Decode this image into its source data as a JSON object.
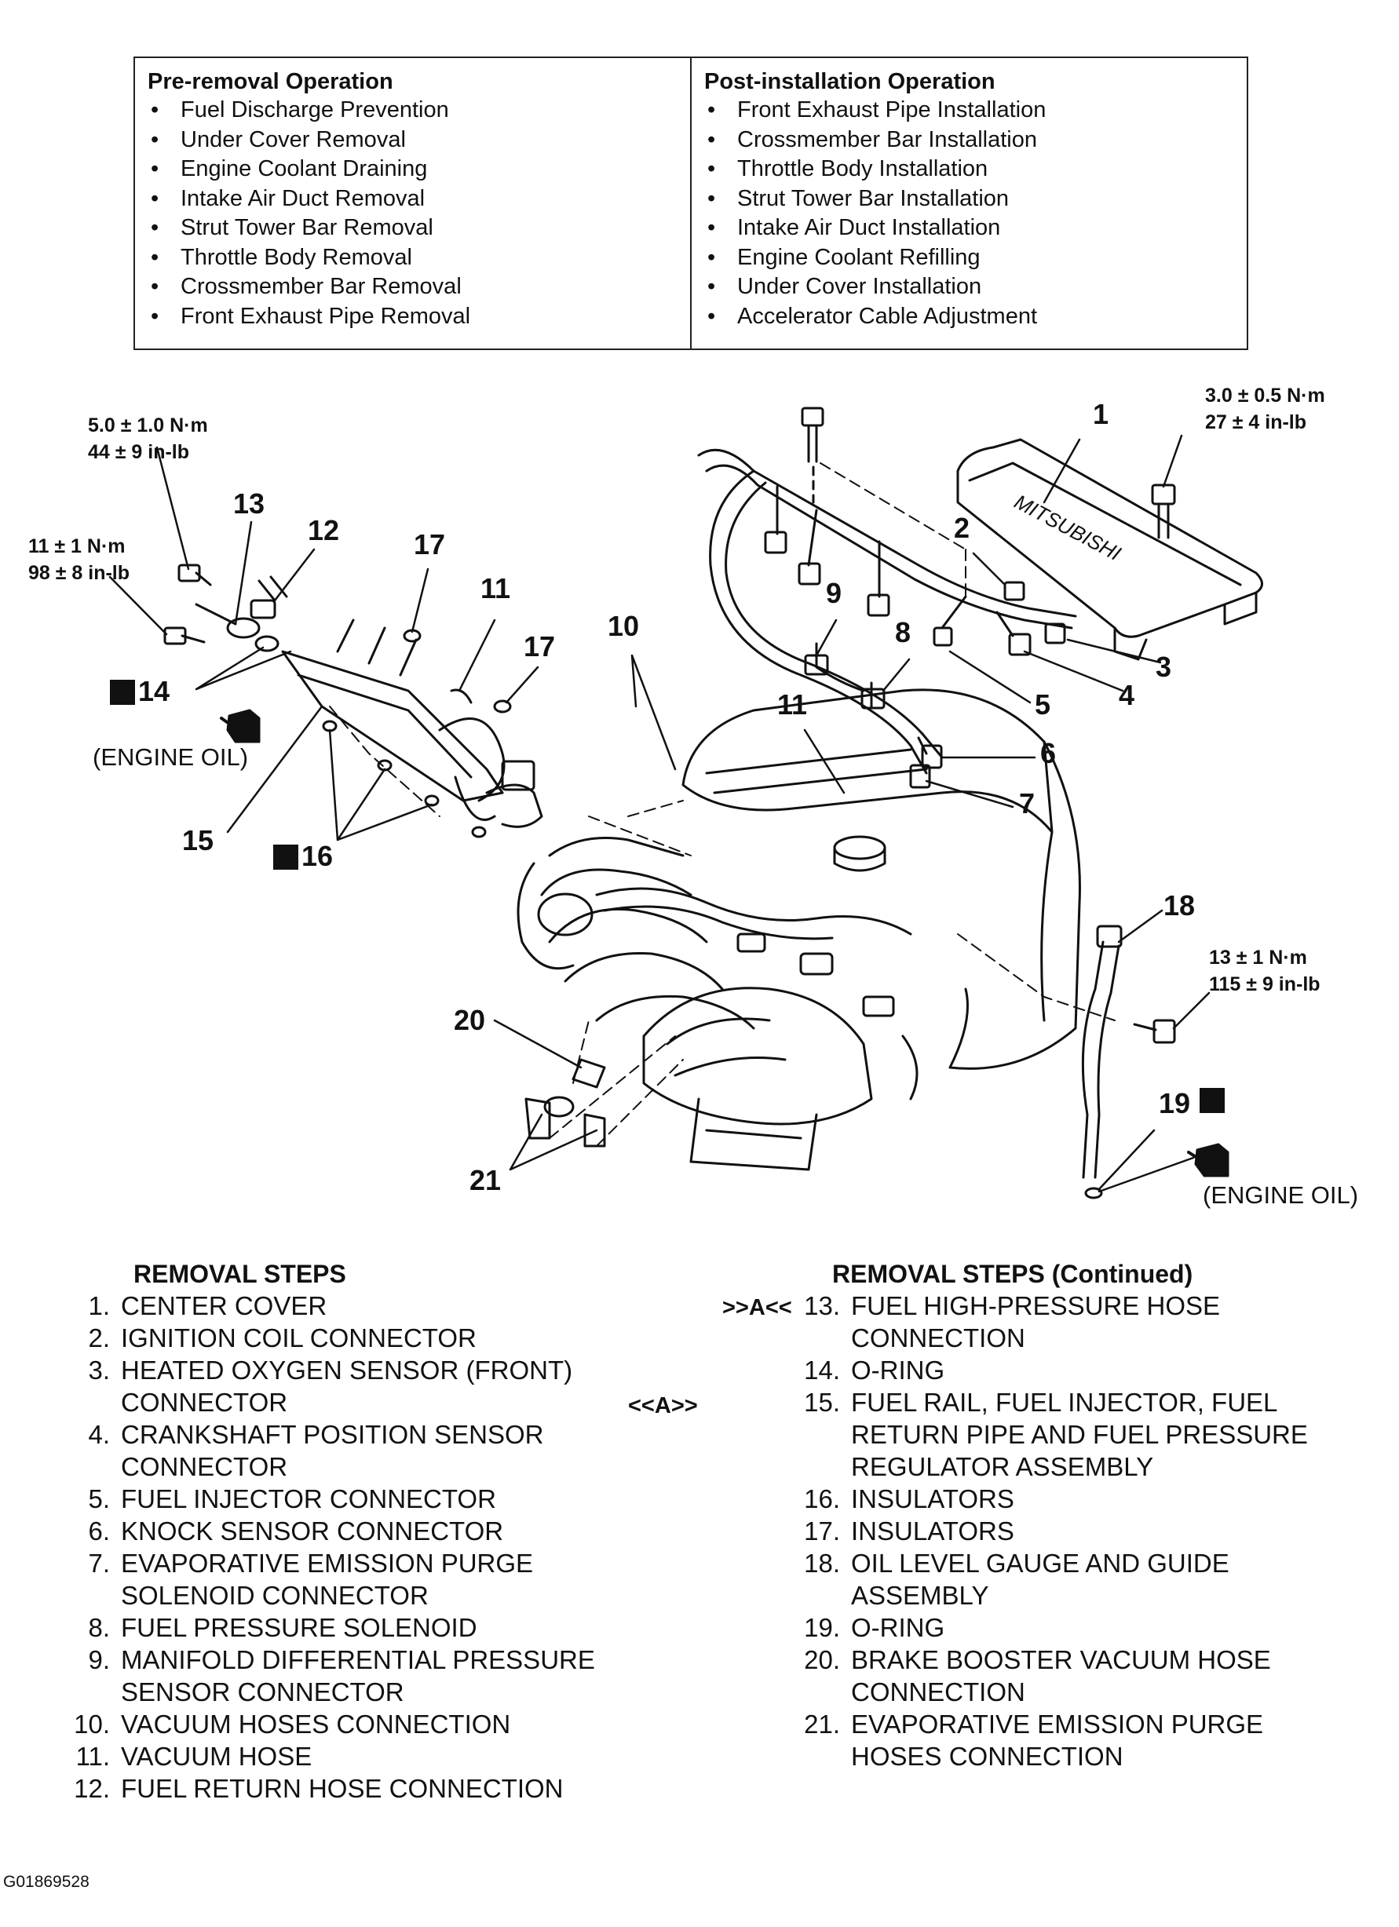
{
  "pre_removal": {
    "title": "Pre-removal Operation",
    "items": [
      "Fuel Discharge Prevention",
      "Under Cover Removal",
      "Engine Coolant Draining",
      "Intake Air Duct Removal",
      "Strut Tower Bar Removal",
      "Throttle Body Removal",
      "Crossmember Bar Removal",
      "Front Exhaust Pipe Removal"
    ]
  },
  "post_installation": {
    "title": "Post-installation Operation",
    "items": [
      "Front Exhaust Pipe Installation",
      "Crossmember Bar Installation",
      "Throttle Body Installation",
      "Strut Tower Bar Installation",
      "Intake Air Duct Installation",
      "Engine Coolant Refilling",
      "Under Cover Installation",
      "Accelerator Cable Adjustment"
    ]
  },
  "diagram": {
    "torque_specs": [
      {
        "line1": "5.0 ± 1.0 N·m",
        "line2": "44 ± 9 in-lb"
      },
      {
        "line1": "11 ± 1 N·m",
        "line2": "98 ± 8 in-lb"
      },
      {
        "line1": "3.0 ± 0.5 N·m",
        "line2": "27 ± 4 in-lb"
      },
      {
        "line1": "13 ± 1 N·m",
        "line2": "115 ± 9 in-lb"
      }
    ],
    "engine_oil_label": "(ENGINE OIL)",
    "new_part_mark": "N",
    "callouts": [
      "1",
      "2",
      "3",
      "4",
      "5",
      "6",
      "7",
      "8",
      "9",
      "10",
      "11",
      "11",
      "12",
      "13",
      "14",
      "15",
      "16",
      "17",
      "17",
      "18",
      "19",
      "20",
      "21"
    ]
  },
  "removal_steps": {
    "title": "REMOVAL STEPS",
    "title_continued": "REMOVAL STEPS (Continued)",
    "steps": [
      {
        "num": "1.",
        "text": "CENTER COVER"
      },
      {
        "num": "2.",
        "text": "IGNITION COIL CONNECTOR"
      },
      {
        "num": "3.",
        "text": "HEATED OXYGEN SENSOR (FRONT) CONNECTOR"
      },
      {
        "num": "4.",
        "text": "CRANKSHAFT POSITION SENSOR CONNECTOR"
      },
      {
        "num": "5.",
        "text": "FUEL INJECTOR CONNECTOR"
      },
      {
        "num": "6.",
        "text": "KNOCK SENSOR CONNECTOR"
      },
      {
        "num": "7.",
        "text": "EVAPORATIVE EMISSION PURGE SOLENOID CONNECTOR"
      },
      {
        "num": "8.",
        "text": "FUEL PRESSURE SOLENOID"
      },
      {
        "num": "9.",
        "text": "MANIFOLD DIFFERENTIAL PRESSURE SENSOR CONNECTOR"
      },
      {
        "num": "10.",
        "text": "VACUUM HOSES CONNECTION"
      },
      {
        "num": "11.",
        "text": "VACUUM HOSE"
      },
      {
        "num": "12.",
        "text": "FUEL RETURN HOSE CONNECTION"
      },
      {
        "num": "13.",
        "text": "FUEL HIGH-PRESSURE HOSE CONNECTION"
      },
      {
        "num": "14.",
        "text": "O-RING"
      },
      {
        "num": "15.",
        "text": "FUEL RAIL, FUEL INJECTOR, FUEL RETURN PIPE AND FUEL PRESSURE REGULATOR ASSEMBLY"
      },
      {
        "num": "16.",
        "text": "INSULATORS"
      },
      {
        "num": "17.",
        "text": "INSULATORS"
      },
      {
        "num": "18.",
        "text": "OIL LEVEL GAUGE AND GUIDE ASSEMBLY"
      },
      {
        "num": "19.",
        "text": "O-RING"
      },
      {
        "num": "20.",
        "text": "BRAKE BOOSTER VACUUM HOSE CONNECTION"
      },
      {
        "num": "21.",
        "text": "EVAPORATIVE EMISSION PURGE HOSES CONNECTION"
      }
    ],
    "ref_install": ">>A<<",
    "ref_removal": "<<A>>"
  },
  "figure_id": "G01869528"
}
